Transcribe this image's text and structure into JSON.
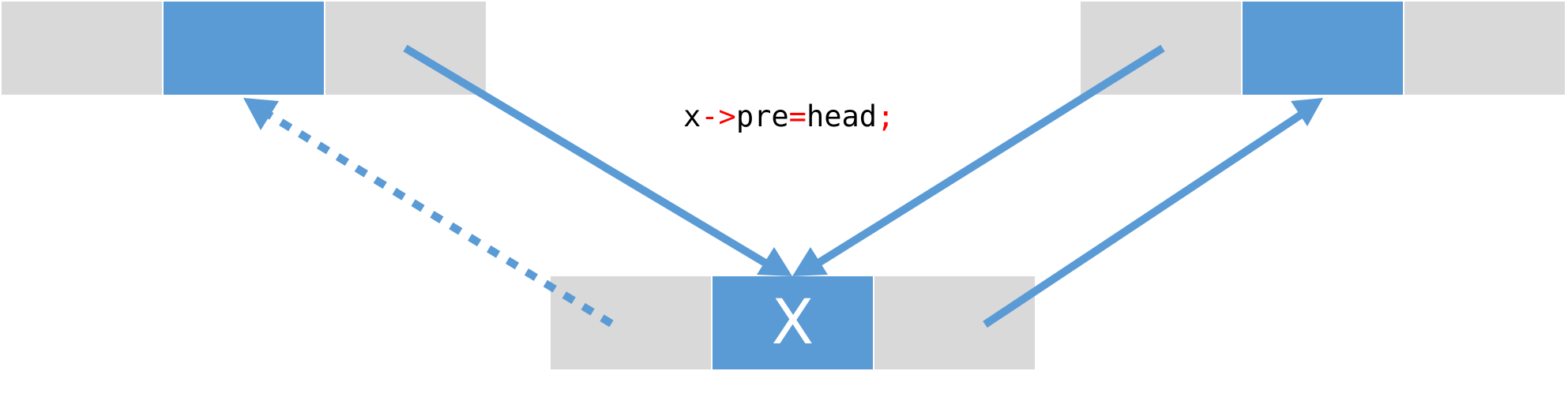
{
  "code": {
    "variable": "x",
    "arrow_op": "->",
    "field": "pre",
    "assign_op": "=",
    "target": "head",
    "semicolon": ";"
  },
  "new_node": {
    "label": "X"
  },
  "colors": {
    "cell_gray": "#d9d9d9",
    "cell_blue": "#5b9bd5",
    "arrow": "#5b9bd5",
    "code_text": "#000000",
    "code_operator": "#ff0000"
  }
}
